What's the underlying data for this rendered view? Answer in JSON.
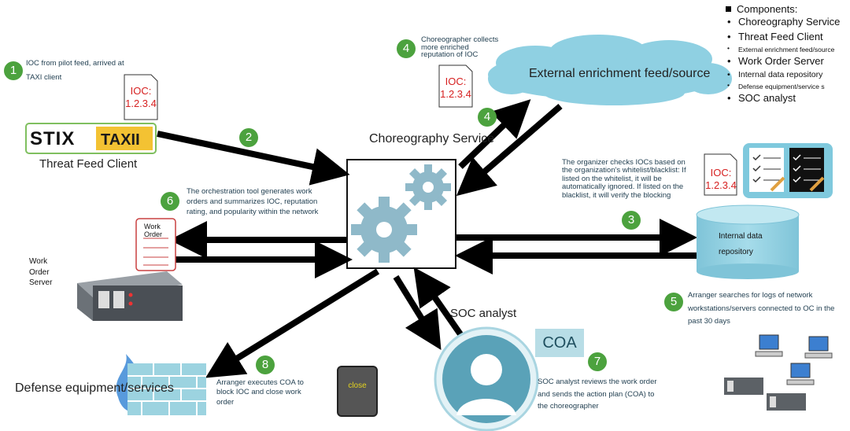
{
  "components": {
    "header": "Components:",
    "items": [
      "Choreography Service",
      "Threat Feed Client",
      "External enrichment feed/source",
      "Work Order Server",
      "Internal data repository",
      "Defense equipment/service s",
      "SOC analyst"
    ]
  },
  "nodes": {
    "threat_feed_client": "Threat Feed Client",
    "stix_logo": "STIX",
    "taxii_logo": "TAXII",
    "choreography_service": "Choreography Service",
    "external_enrichment": "External enrichment feed/source",
    "internal_repo": "Internal data repository",
    "work_order_server": "Work Order Server",
    "work_order_doc": "Work Order",
    "defense_equipment": "Defense equipment/services",
    "soc_analyst": "SOC analyst",
    "coa": "COA",
    "close_button": "close"
  },
  "ioc_docs": [
    {
      "label": "IOC:",
      "value": "1.2.3.4"
    },
    {
      "label": "IOC:",
      "value": "1.2.3.4"
    },
    {
      "label": "IOC:",
      "value": "1.2.3.4"
    }
  ],
  "steps": [
    {
      "num": "1",
      "text": "IOC from pilot feed, arrived at TAXI client"
    },
    {
      "num": "2",
      "text": ""
    },
    {
      "num": "3",
      "text": "The organizer checks IOCs based on the organization's whitelist/blacklist: If listed on the whitelist, it will be automatically ignored. If listed on the blacklist, it will verify the blocking"
    },
    {
      "num": "4",
      "text": "Choreographer collects more enriched reputation of IOC"
    },
    {
      "num": "5",
      "text": "Arranger searches for logs of network workstations/servers connected to OC in the past 30 days"
    },
    {
      "num": "6",
      "text": "The orchestration tool generates work orders and summarizes IOC, reputation rating, and popularity within the network"
    },
    {
      "num": "7",
      "text": "SOC analyst reviews the work order and sends the action plan (COA) to the choreographer"
    },
    {
      "num": "8",
      "text": "Arranger executes COA to block IOC and close work order"
    }
  ],
  "colors": {
    "badge": "#4ca23e",
    "cloud": "#8fd0e2",
    "cylinder": "#8fd0e2",
    "gear": "#8fb9c9",
    "ioc_text": "#d62020"
  }
}
